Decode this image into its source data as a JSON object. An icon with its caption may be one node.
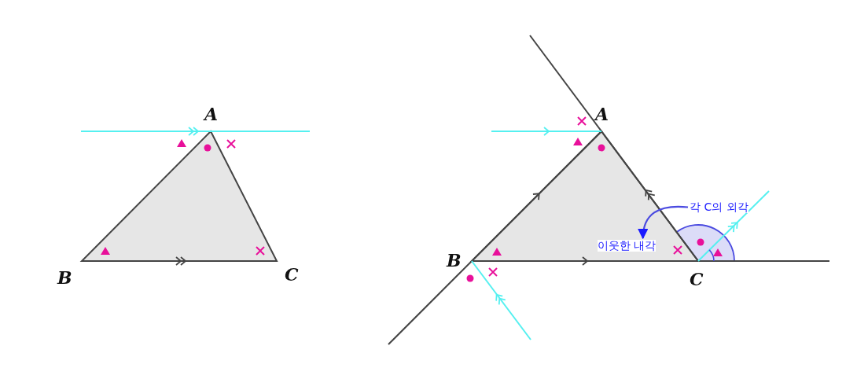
{
  "diagram": {
    "nodes": [
      {
        "text": [
          "각 C의 외각"
        ]
      },
      {
        "text": [
          "이웃한 내각"
        ]
      }
    ],
    "edges": [
      {
        "from": 0,
        "to": 1,
        "arrow": "to"
      }
    ],
    "labels": [
      "A",
      "B",
      "C",
      "A",
      "B",
      "C"
    ]
  }
}
